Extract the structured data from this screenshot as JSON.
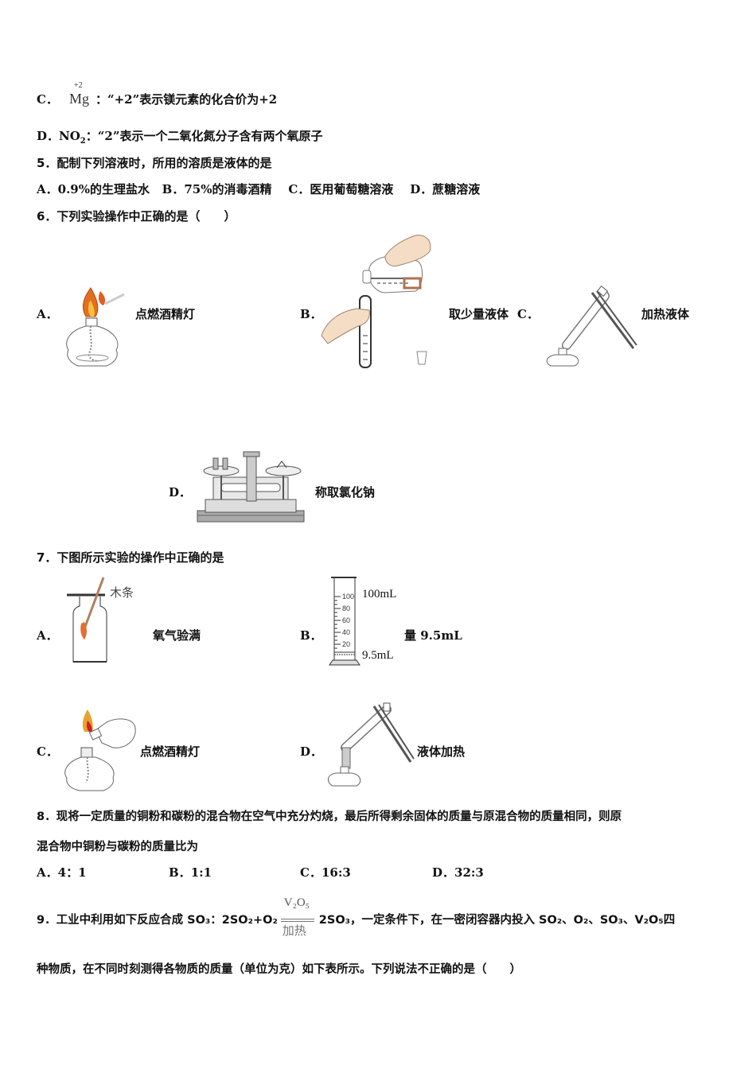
{
  "q4": {
    "option_c": {
      "label": "C．",
      "symbol": "Mg",
      "superscript": "+2",
      "text": "：“+2”表示镁元素的化合价为+2"
    },
    "option_d": {
      "label": "D．",
      "formula": "NO",
      "formula_sub": "2",
      "text": "：“2”表示一个二氧化氮分子含有两个氧原子"
    }
  },
  "q5": {
    "stem": "5．配制下列溶液时，所用的溶质是液体的是",
    "options": [
      {
        "label": "A．",
        "text": "0.9%的生理盐水"
      },
      {
        "label": "B．",
        "text": "75%的消毒酒精"
      },
      {
        "label": "C．",
        "text": "医用葡萄糖溶液"
      },
      {
        "label": "D．",
        "text": "蔗糖溶液"
      }
    ]
  },
  "q6": {
    "stem": "6．下列实验操作中正确的是（　　）",
    "options": [
      {
        "label": "A．",
        "caption": "点燃酒精灯",
        "icon": "alcohol-lamp-lit-by-match"
      },
      {
        "label": "B．",
        "caption": "取少量液体",
        "icon": "pouring-reagent-bottle-into-test-tube"
      },
      {
        "label": "C．",
        "caption": "加热液体",
        "icon": "heating-test-tube-over-lamp"
      },
      {
        "label": "D．",
        "caption": "称取氯化钠",
        "icon": "balance-scale"
      }
    ]
  },
  "q7": {
    "stem": "7．下图所示实验的操作中正确的是",
    "options": [
      {
        "label": "A．",
        "caption": "氧气验满",
        "icon": "gas-jar-with-splint",
        "annotation": "木条"
      },
      {
        "label": "B．",
        "caption": "量 9.5mL",
        "icon": "graduated-cylinder",
        "annotation_top": "100mL",
        "annotation_bottom": "9.5mL",
        "ticks": [
          "100",
          "80",
          "60",
          "40",
          "20"
        ]
      },
      {
        "label": "C．",
        "caption": "点燃酒精灯",
        "icon": "lighting-lamp-with-another-lamp"
      },
      {
        "label": "D．",
        "caption": "液体加热",
        "icon": "heating-test-tube-over-lamp"
      }
    ]
  },
  "q8": {
    "stem_line1": "8．现将一定质量的铜粉和碳粉的混合物在空气中充分灼烧，最后所得剩余固体的质量与原混合物的质量相同，则原",
    "stem_line2": "混合物中铜粉与碳粉的质量比为",
    "options": [
      {
        "label": "A．",
        "text": "4：1"
      },
      {
        "label": "B．",
        "text": "1:1"
      },
      {
        "label": "C．",
        "text": "16:3"
      },
      {
        "label": "D．",
        "text": "32:3"
      }
    ]
  },
  "q9": {
    "stem_prefix": "9．工业中利用如下反应合成 SO₃：2SO₂+O₂",
    "catalyst_top": "V₂O₅",
    "catalyst_bottom": "加热",
    "stem_suffix": "2SO₃，一定条件下，在一密闭容器内投入 SO₂、O₂、SO₃、V₂O₅四",
    "stem_line2": "种物质，在不同时刻测得各物质的质量（单位为克）如下表所示。下列说法不正确的是（　　）"
  }
}
